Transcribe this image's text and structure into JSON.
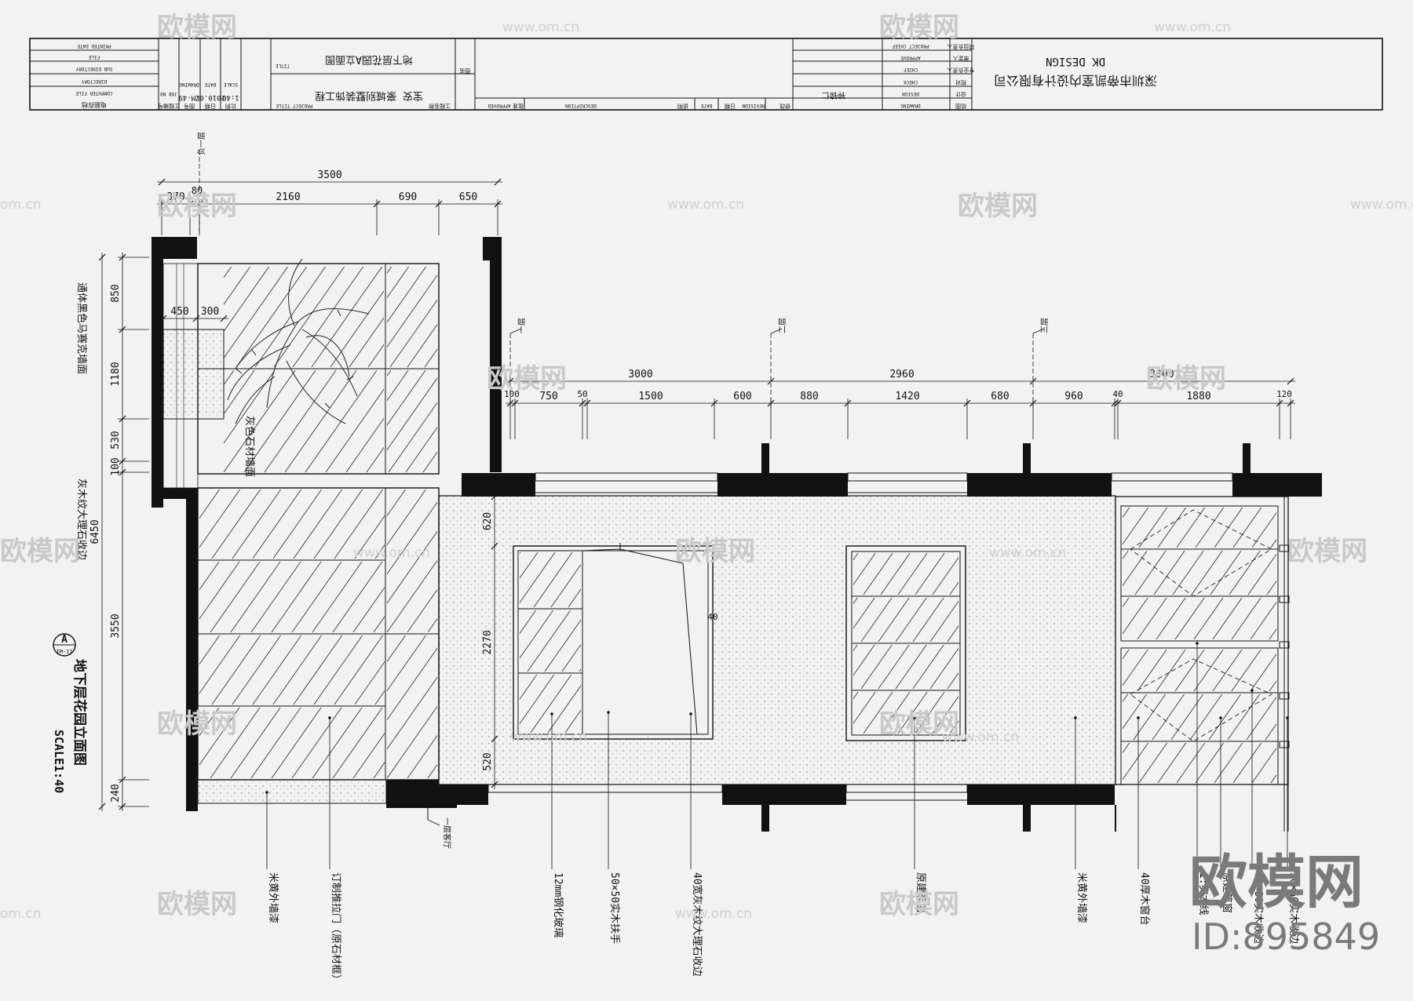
{
  "title_block": {
    "company_cn": "深圳市帝凯室内设计有限公司",
    "company_en": "DK    DESIGN",
    "project_cn": "宝安 豪城别墅装饰工程",
    "title_cn": "地下层花园A立面图",
    "scale_value": "1:40",
    "date_value": "2010.07",
    "drawing_no": "LM-49",
    "designer": "钟锦仁",
    "labels": {
      "printed_date": "PRINTED DATE",
      "file": "FILE",
      "sub_directory": "SUB DIRECTORY",
      "directory": "DIRECTORY",
      "computer_file": "COMPUTER FILE",
      "computer_file_cn": "电脑存档",
      "job_no": "JOB NO",
      "job_no_cn": "工程编号",
      "drawing": "DRAWING",
      "drawing_cn": "图号",
      "date": "DATE",
      "date_cn": "日期",
      "scale": "SCALE",
      "scale_cn": "比例",
      "title": "TITLE",
      "project_title": "PROJECT TITLE",
      "project_title_cn": "工程名称",
      "drawing_name_cn": "图名",
      "approved": "APPROVED",
      "approved_cn": "批准",
      "description": "DESCRIPTION",
      "description_cn": "说明",
      "revision_date": "DATE",
      "revision_date_cn": "日期",
      "revision": "REVISION",
      "revision_cn": "修改",
      "project_chief": "PROJECT CHIEF",
      "project_chief_cn": "项目负责人",
      "approve": "APPROVE",
      "approve_cn": "审定人",
      "chief": "CHIEF",
      "chief_cn": "专业负责人",
      "check": "CHECK",
      "check_cn": "校对",
      "design": "DESIGN",
      "design_cn": "设计",
      "drawing_by": "DRAWING",
      "drawing_by_cn": "绘图"
    }
  },
  "drawing": {
    "elevation_ref": "A",
    "sheet_ref": "IM-17",
    "elevation_title": "地下层花园立面图",
    "elevation_scale": "SCALE1:40",
    "dims_top_total": "3500",
    "dims_top": [
      "370",
      "80",
      "2160",
      "690",
      "650"
    ],
    "dims_left_total": "6450",
    "dims_left": [
      "850",
      "1180",
      "530",
      "100",
      "3550",
      "240"
    ],
    "dims_left_inner": [
      "450",
      "300"
    ],
    "dims_right_top": [
      "3000",
      "2960",
      "3000"
    ],
    "dims_right_sub": [
      "100",
      "750",
      "50",
      "1500",
      "600",
      "880",
      "1420",
      "680",
      "960",
      "40",
      "1880",
      "120"
    ],
    "dims_inner_vertical": [
      "620",
      "2270",
      "520"
    ],
    "dim_40": "40",
    "grid_tags": [
      "负一层",
      "一层",
      "二层",
      "三层",
      "一层客厅"
    ],
    "labels_left": [
      "通体黑色马赛克墙面",
      "灰木纹大理石收边"
    ],
    "label_stone_wall": "灰色石材墙面",
    "callouts": [
      "米黄外墙漆",
      "订制推拉门（原石材框）",
      "12mm钢化玻璃",
      "50×50实木扶手",
      "40宽灰木纹大理石收边",
      "原建筑窗",
      "米黄外墙漆",
      "40厚木窗台",
      "1:实木线",
      "原建筑窗",
      "80×80实木收边",
      "50×60实木收边"
    ],
    "watermark_text": "欧模网",
    "watermark_url": "www.om.cn",
    "watermark_url_short": "om.cn",
    "logo_text": "欧模网",
    "logo_id": "ID:895849"
  },
  "colors": {
    "ink": "#111111",
    "paper": "#f2f2f2",
    "watermark": "#c9c9c9",
    "logo": "#7a7a7a"
  }
}
